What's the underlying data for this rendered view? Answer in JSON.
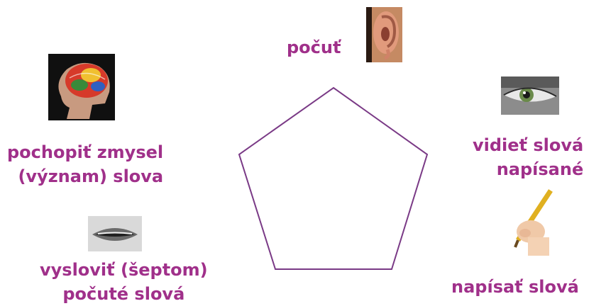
{
  "accent_color": "#a0308a",
  "shape_color": "#7a3a86",
  "labels": {
    "hear": "počuť",
    "see_line1": "vidieť slová",
    "see_line2": "napísané",
    "write": "napísať slová",
    "say_line1": "vysloviť (šeptom)",
    "say_line2": "počuté slová",
    "understand_line1": "pochopiť zmysel",
    "understand_line2": "(význam) slova"
  },
  "icons": {
    "ear": "ear-icon",
    "eye": "eye-icon",
    "hand": "hand-writing-icon",
    "mouth": "mouth-icon",
    "brain": "brain-head-icon"
  }
}
